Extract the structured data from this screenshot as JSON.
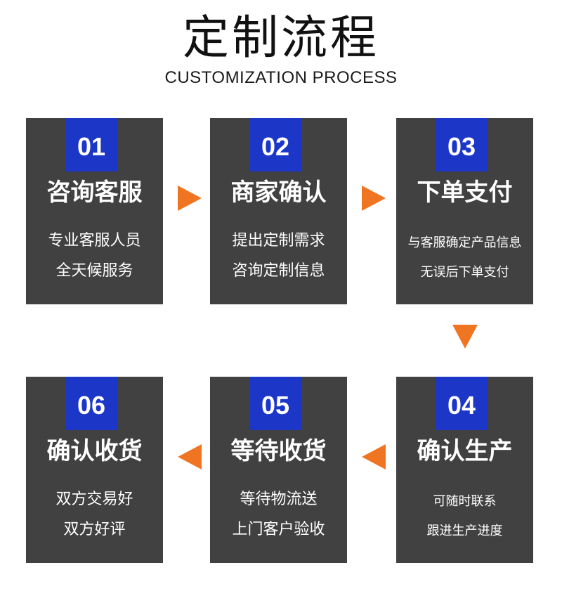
{
  "header": {
    "title": "定制流程",
    "subtitle": "CUSTOMIZATION PROCESS"
  },
  "steps": [
    {
      "number": "01",
      "title": "咨询客服",
      "line1": "专业客服人员",
      "line2": "全天候服务"
    },
    {
      "number": "02",
      "title": "商家确认",
      "line1": "提出定制需求",
      "line2": "咨询定制信息"
    },
    {
      "number": "03",
      "title": "下单支付",
      "line1": "与客服确定产品信息",
      "line2": "无误后下单支付"
    },
    {
      "number": "04",
      "title": "确认生产",
      "line1": "可随时联系",
      "line2": "跟进生产进度"
    },
    {
      "number": "05",
      "title": "等待收货",
      "line1": "等待物流送",
      "line2": "上门客户验收"
    },
    {
      "number": "06",
      "title": "确认收货",
      "line1": "双方交易好",
      "line2": "双方好评"
    }
  ],
  "colors": {
    "card_background": "#414141",
    "badge_background": "#1c36c8",
    "arrow": "#f07522"
  },
  "icons": {
    "flow_arrow": "orange-triangle-arrow"
  }
}
